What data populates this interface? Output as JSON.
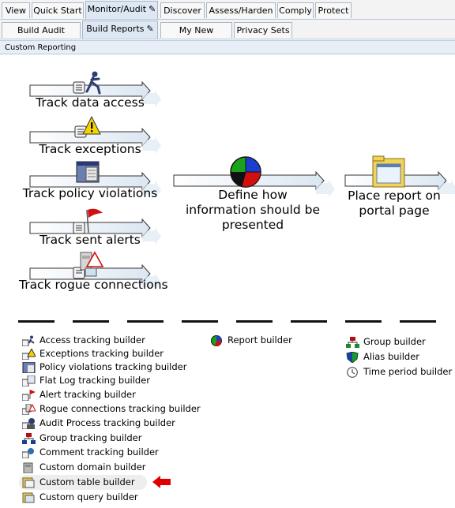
{
  "tabs_row1": [
    {
      "label": "View"
    },
    {
      "label": "Quick Start"
    },
    {
      "label": "Monitor/Audit"
    },
    {
      "label": "Discover"
    },
    {
      "label": "Assess/Harden"
    },
    {
      "label": "Comply"
    },
    {
      "label": "Protect"
    }
  ],
  "tabs_row2": [
    {
      "label": "Build Audit Policies"
    },
    {
      "label": "Build Reports"
    },
    {
      "label": "My New Reports"
    },
    {
      "label": "Privacy Sets"
    }
  ],
  "panel": {
    "title": "Custom Reporting"
  },
  "flow": {
    "track_data_access": "Track data access",
    "track_exceptions": "Track exceptions",
    "track_policy_violations": "Track policy violations",
    "track_sent_alerts": "Track sent alerts",
    "track_rogue_connections": "Track rogue connections",
    "define_presentation": "Define how information should be presented",
    "place_report": "Place report on portal page"
  },
  "builders_left": [
    {
      "label": "Access tracking builder",
      "icon": "person-scroll-icon"
    },
    {
      "label": "Exceptions tracking builder",
      "icon": "warning-scroll-icon"
    },
    {
      "label": "Policy violations tracking builder",
      "icon": "policy-window-icon"
    },
    {
      "label": "Flat Log tracking builder",
      "icon": "flat-log-icon"
    },
    {
      "label": "Alert tracking builder",
      "icon": "flag-scroll-icon"
    },
    {
      "label": "Rogue connections tracking builder",
      "icon": "rogue-connection-icon"
    },
    {
      "label": "Audit Process tracking builder",
      "icon": "audit-process-icon"
    },
    {
      "label": "Group tracking builder",
      "icon": "group-tree-icon"
    },
    {
      "label": "Comment tracking builder",
      "icon": "comment-icon"
    },
    {
      "label": "Custom domain builder",
      "icon": "custom-domain-icon"
    },
    {
      "label": "Custom table builder",
      "icon": "custom-table-icon"
    },
    {
      "label": "Custom query builder",
      "icon": "custom-query-icon"
    }
  ],
  "builders_mid": [
    {
      "label": "Report builder",
      "icon": "pie-chart-icon"
    }
  ],
  "builders_right": [
    {
      "label": "Group builder",
      "icon": "group-tree-icon"
    },
    {
      "label": "Alias builder",
      "icon": "alias-shield-icon"
    },
    {
      "label": "Time period builder",
      "icon": "clock-icon"
    }
  ],
  "colors": {
    "tab_active": "#dde8f4",
    "arrow_fill": "#e6edf6",
    "highlight_arrow": "#e00000"
  }
}
